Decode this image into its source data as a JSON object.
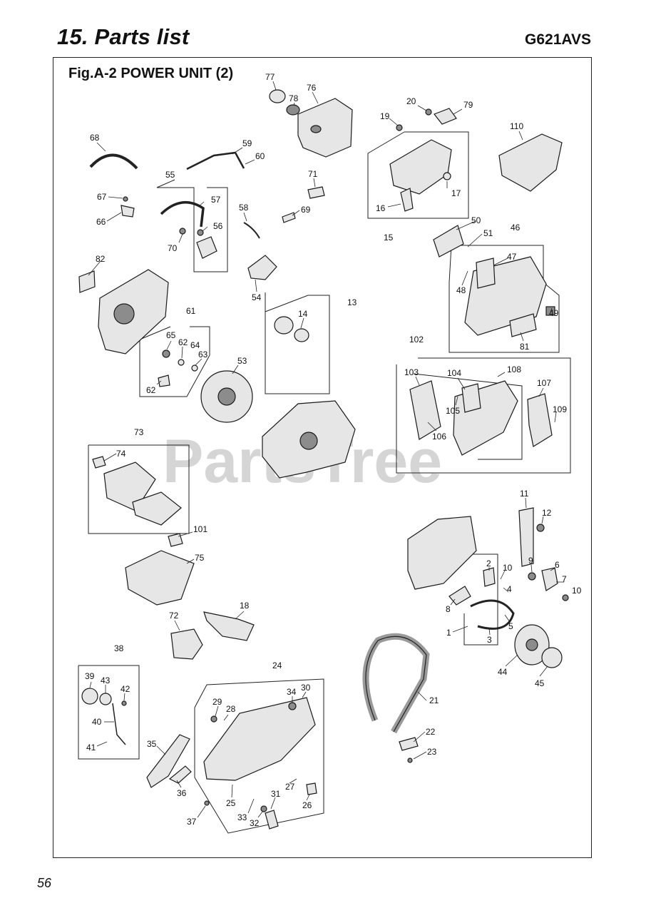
{
  "header": {
    "title": "15. Parts list",
    "model": "G621AVS"
  },
  "figure": {
    "title": "Fig.A-2  POWER UNIT (2)",
    "watermark": "PartsTree",
    "callouts": [
      {
        "id": "77",
        "label": "77"
      },
      {
        "id": "78",
        "label": "78"
      },
      {
        "id": "76",
        "label": "76"
      },
      {
        "id": "20",
        "label": "20"
      },
      {
        "id": "79",
        "label": "79"
      },
      {
        "id": "19",
        "label": "19"
      },
      {
        "id": "110",
        "label": "110"
      },
      {
        "id": "68",
        "label": "68"
      },
      {
        "id": "59",
        "label": "59"
      },
      {
        "id": "60",
        "label": "60"
      },
      {
        "id": "55",
        "label": "55"
      },
      {
        "id": "71",
        "label": "71"
      },
      {
        "id": "57",
        "label": "57"
      },
      {
        "id": "17",
        "label": "17"
      },
      {
        "id": "67",
        "label": "67"
      },
      {
        "id": "16",
        "label": "16"
      },
      {
        "id": "58",
        "label": "58"
      },
      {
        "id": "69",
        "label": "69"
      },
      {
        "id": "66",
        "label": "66"
      },
      {
        "id": "56",
        "label": "56"
      },
      {
        "id": "15",
        "label": "15"
      },
      {
        "id": "50",
        "label": "50"
      },
      {
        "id": "51",
        "label": "51"
      },
      {
        "id": "46",
        "label": "46"
      },
      {
        "id": "70",
        "label": "70"
      },
      {
        "id": "82",
        "label": "82"
      },
      {
        "id": "47",
        "label": "47"
      },
      {
        "id": "54",
        "label": "54"
      },
      {
        "id": "48",
        "label": "48"
      },
      {
        "id": "13",
        "label": "13"
      },
      {
        "id": "14",
        "label": "14"
      },
      {
        "id": "61",
        "label": "61"
      },
      {
        "id": "49",
        "label": "49"
      },
      {
        "id": "65",
        "label": "65"
      },
      {
        "id": "62a",
        "label": "62"
      },
      {
        "id": "64",
        "label": "64"
      },
      {
        "id": "81",
        "label": "81"
      },
      {
        "id": "63",
        "label": "63"
      },
      {
        "id": "102",
        "label": "102"
      },
      {
        "id": "53",
        "label": "53"
      },
      {
        "id": "103",
        "label": "103"
      },
      {
        "id": "104",
        "label": "104"
      },
      {
        "id": "108",
        "label": "108"
      },
      {
        "id": "107",
        "label": "107"
      },
      {
        "id": "62b",
        "label": "62"
      },
      {
        "id": "105",
        "label": "105"
      },
      {
        "id": "109",
        "label": "109"
      },
      {
        "id": "106",
        "label": "106"
      },
      {
        "id": "73",
        "label": "73"
      },
      {
        "id": "74",
        "label": "74"
      },
      {
        "id": "11",
        "label": "11"
      },
      {
        "id": "12",
        "label": "12"
      },
      {
        "id": "101",
        "label": "101"
      },
      {
        "id": "75",
        "label": "75"
      },
      {
        "id": "2",
        "label": "2"
      },
      {
        "id": "9",
        "label": "9"
      },
      {
        "id": "6",
        "label": "6"
      },
      {
        "id": "10a",
        "label": "10"
      },
      {
        "id": "4",
        "label": "4"
      },
      {
        "id": "7",
        "label": "7"
      },
      {
        "id": "10b",
        "label": "10"
      },
      {
        "id": "18",
        "label": "18"
      },
      {
        "id": "8",
        "label": "8"
      },
      {
        "id": "5",
        "label": "5"
      },
      {
        "id": "72",
        "label": "72"
      },
      {
        "id": "1",
        "label": "1"
      },
      {
        "id": "3",
        "label": "3"
      },
      {
        "id": "38",
        "label": "38"
      },
      {
        "id": "24",
        "label": "24"
      },
      {
        "id": "44",
        "label": "44"
      },
      {
        "id": "39",
        "label": "39"
      },
      {
        "id": "43",
        "label": "43"
      },
      {
        "id": "45",
        "label": "45"
      },
      {
        "id": "42",
        "label": "42"
      },
      {
        "id": "34",
        "label": "34"
      },
      {
        "id": "30",
        "label": "30"
      },
      {
        "id": "29",
        "label": "29"
      },
      {
        "id": "21",
        "label": "21"
      },
      {
        "id": "28",
        "label": "28"
      },
      {
        "id": "40",
        "label": "40"
      },
      {
        "id": "22",
        "label": "22"
      },
      {
        "id": "35",
        "label": "35"
      },
      {
        "id": "41",
        "label": "41"
      },
      {
        "id": "23",
        "label": "23"
      },
      {
        "id": "27",
        "label": "27"
      },
      {
        "id": "36",
        "label": "36"
      },
      {
        "id": "31",
        "label": "31"
      },
      {
        "id": "25",
        "label": "25"
      },
      {
        "id": "26",
        "label": "26"
      },
      {
        "id": "33",
        "label": "33"
      },
      {
        "id": "37",
        "label": "37"
      },
      {
        "id": "32",
        "label": "32"
      }
    ]
  },
  "footer": {
    "page_number": "56"
  }
}
